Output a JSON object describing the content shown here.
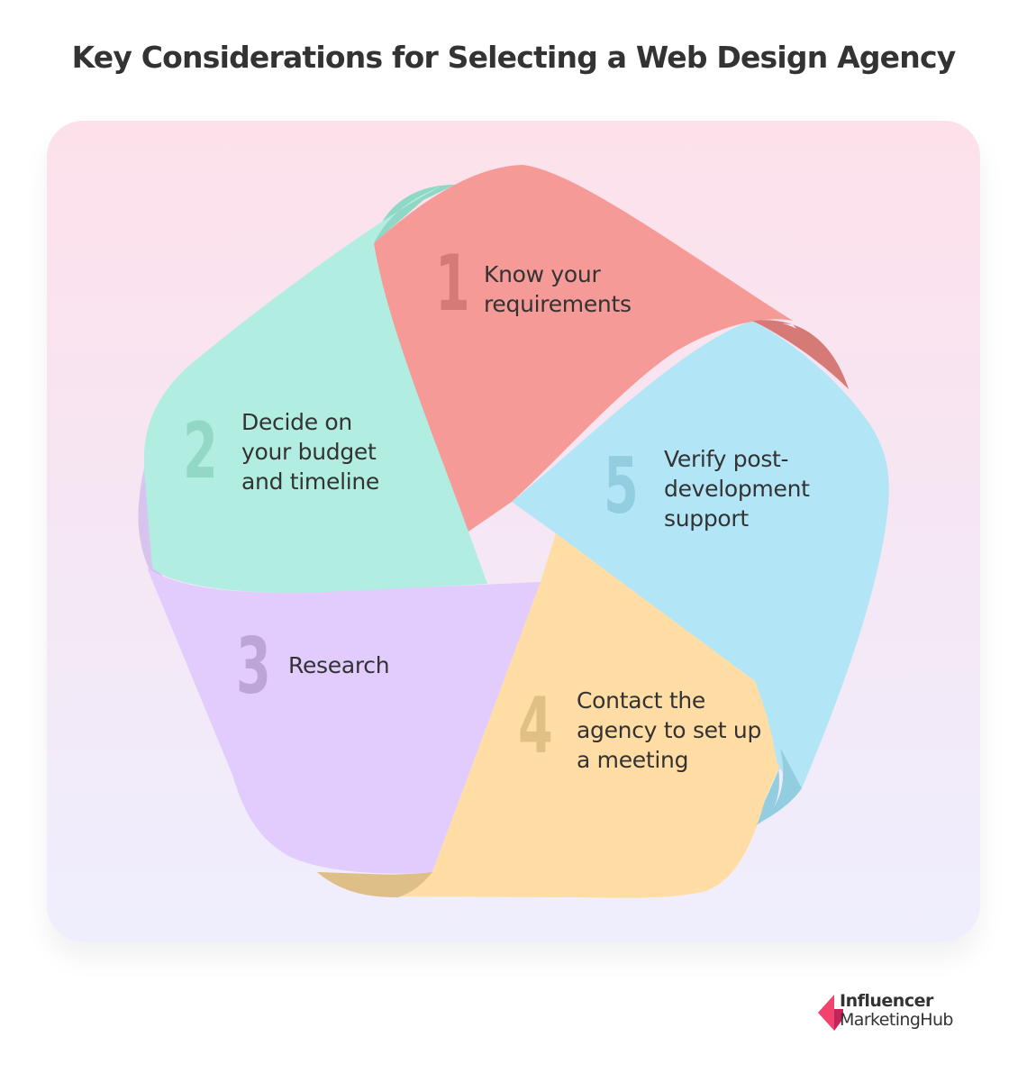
{
  "title": "Key Considerations for Selecting a Web Design Agency",
  "steps": [
    {
      "number": "1",
      "lines": [
        "Know your",
        "requirements"
      ],
      "color": "#f69a98",
      "shade": "#d67a78",
      "number_color": "#d67a78"
    },
    {
      "number": "2",
      "lines": [
        "Decide on",
        "your budget",
        "and timeline"
      ],
      "color": "#b1ede0",
      "shade": "#8fd8c6",
      "number_color": "#93d8c6"
    },
    {
      "number": "3",
      "lines": [
        "Research"
      ],
      "color": "#e2ccfd",
      "shade": "#d4c0ea",
      "number_color": "#bda5d8"
    },
    {
      "number": "4",
      "lines": [
        "Contact the",
        "agency to set up",
        "a meeting"
      ],
      "color": "#ffdda4",
      "shade": "#dfbf88",
      "number_color": "#e0c084"
    },
    {
      "number": "5",
      "lines": [
        "Verify post-",
        "development",
        "support"
      ],
      "color": "#b2e6f7",
      "shade": "#92cde0",
      "number_color": "#93cde0"
    }
  ],
  "logo": {
    "line1": "Influencer",
    "line2": "MarketingHub",
    "colors": [
      "#f2436f",
      "#c4235b"
    ]
  }
}
